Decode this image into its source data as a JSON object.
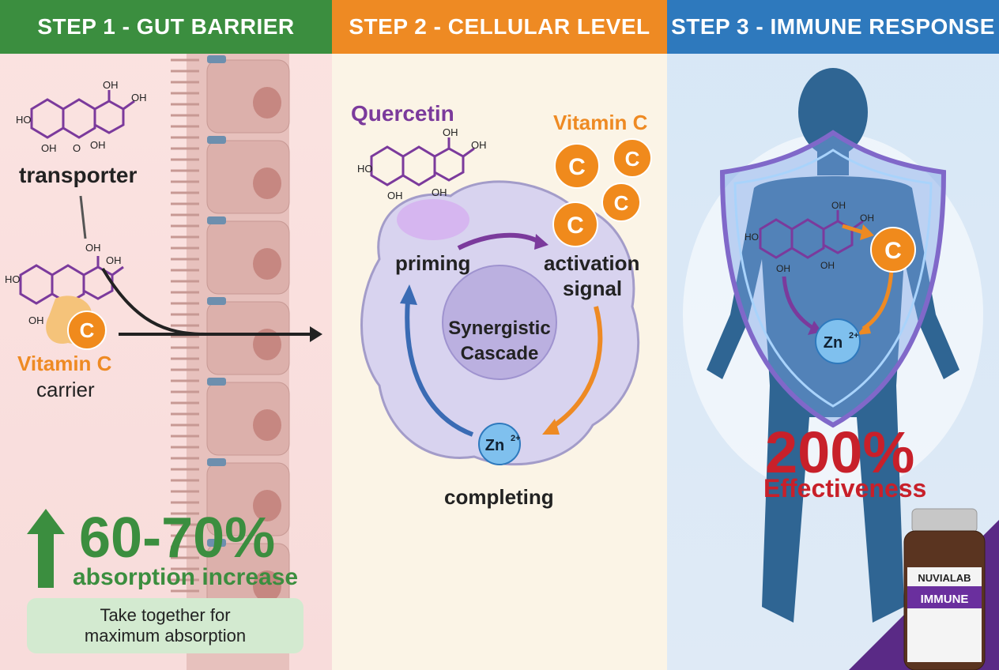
{
  "headers": {
    "step1": "STEP 1 - GUT BARRIER",
    "step2": "STEP 2 - CELLULAR LEVEL",
    "step3": "STEP 3 - IMMUNE RESPONSE"
  },
  "step1": {
    "transporter": "transporter",
    "vitamin_c": "Vitamin C",
    "carrier": "carrier",
    "stat": "60-70%",
    "stat_label": "absorption increase",
    "tip_line1": "Take together for",
    "tip_line2": "maximum absorption"
  },
  "step2": {
    "quercetin": "Quercetin",
    "vitamin_c": "Vitamin C",
    "priming": "priming",
    "activation_1": "activation",
    "activation_2": "signal",
    "center_1": "Synergistic",
    "center_2": "Cascade",
    "completing": "completing"
  },
  "step3": {
    "stat": "200%",
    "stat_label": "Effectiveness",
    "brand": "NUVIALAB",
    "product": "IMMUNE"
  },
  "molecule": {
    "oh": "OH",
    "ho": "HO",
    "o": "O"
  },
  "symbols": {
    "c": "C",
    "zn": "Zn",
    "zn_charge": "2+"
  },
  "colors": {
    "green": "#3b8e3f",
    "orange": "#ee8a23",
    "blue": "#2e79bd",
    "purple": "#7b3a9c",
    "red": "#c8202a"
  }
}
